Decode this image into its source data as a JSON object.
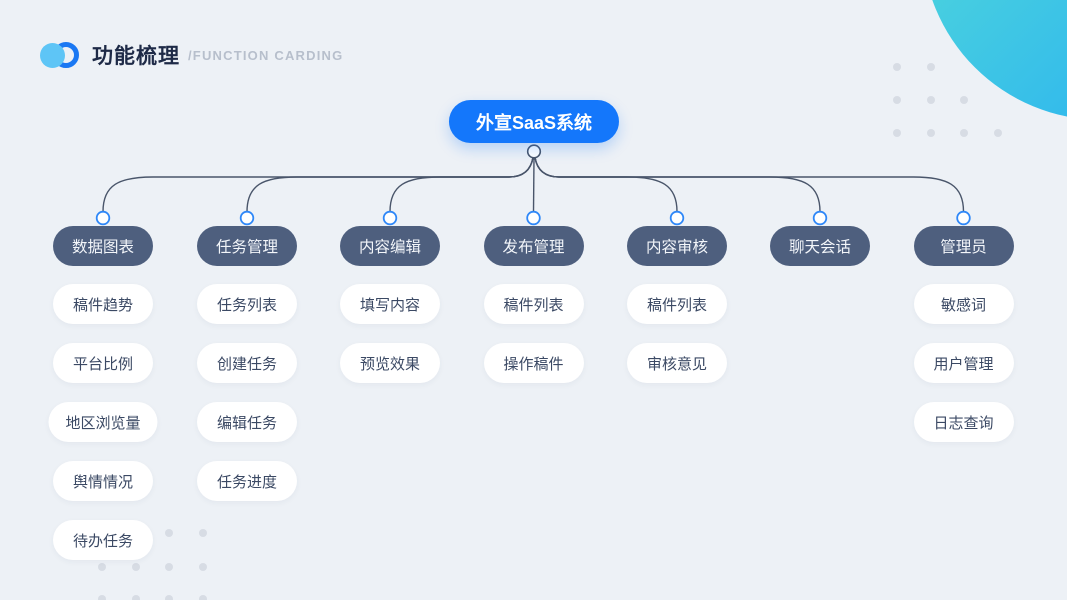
{
  "header": {
    "title": "功能梳理",
    "subtitle": "/FUNCTION CARDING",
    "logo_icon": "crescent-circles-icon"
  },
  "root": {
    "label": "外宣SaaS系统"
  },
  "branches": [
    {
      "label": "数据图表",
      "children": [
        "稿件趋势",
        "平台比例",
        "地区浏览量",
        "舆情情况",
        "待办任务"
      ]
    },
    {
      "label": "任务管理",
      "children": [
        "任务列表",
        "创建任务",
        "编辑任务",
        "任务进度"
      ]
    },
    {
      "label": "内容编辑",
      "children": [
        "填写内容",
        "预览效果"
      ]
    },
    {
      "label": "发布管理",
      "children": [
        "稿件列表",
        "操作稿件"
      ]
    },
    {
      "label": "内容审核",
      "children": [
        "稿件列表",
        "审核意见"
      ]
    },
    {
      "label": "聊天会话",
      "children": []
    },
    {
      "label": "管理员",
      "children": [
        "敏感词",
        "用户管理",
        "日志查询"
      ]
    }
  ],
  "colors": {
    "background": "#edf1f6",
    "root_node": "#1477fb",
    "branch_node": "#4e5f7e",
    "leaf_node": "#ffffff",
    "leaf_text": "#3b4964",
    "connector_line": "#49556a",
    "connector_port": "#2e87f8",
    "title_text": "#1e2a47",
    "subtitle_text": "#b7bfcc",
    "decor_circle_from": "#55dcd8",
    "decor_circle_to": "#2bb3f0",
    "decor_dot": "#d7dce4"
  }
}
